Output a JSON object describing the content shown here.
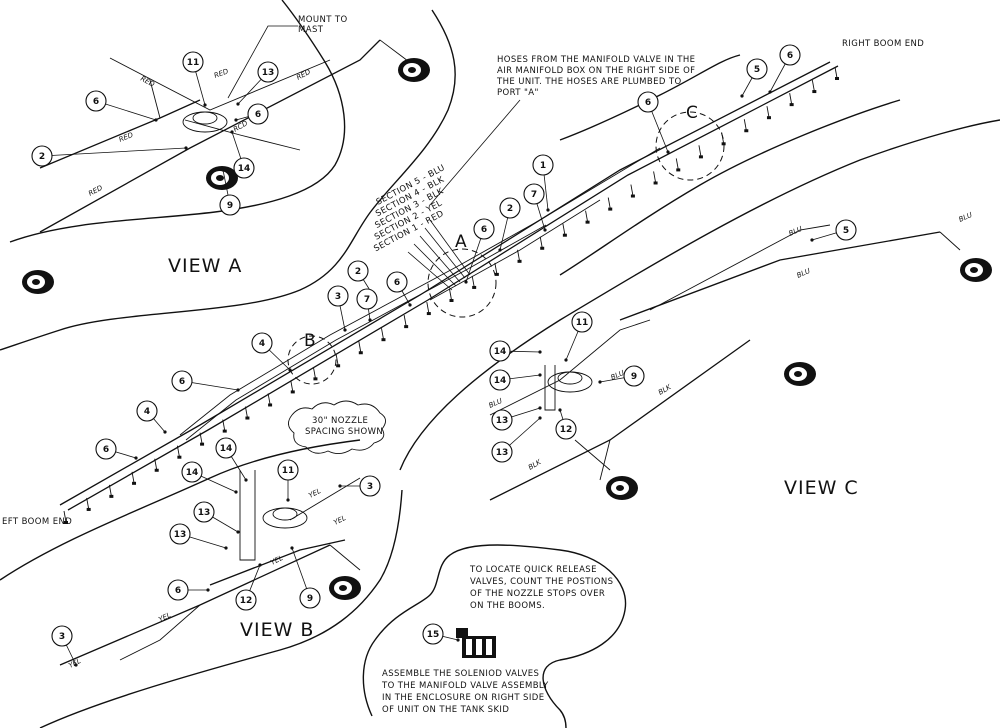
{
  "notes": {
    "mount_to_mast": [
      "MOUNT TO",
      "MAST"
    ],
    "hoses": [
      "HOSES FROM THE MANIFOLD VALVE IN THE",
      "AIR MANIFOLD BOX ON THE RIGHT SIDE OF",
      "THE UNIT. THE HOSES ARE PLUMBED TO",
      "PORT \"A\""
    ],
    "right_boom_end": "RIGHT BOOM END",
    "left_boom_end": "EFT BOOM END",
    "nozzle_spacing": [
      "30\" NOZZLE",
      "SPACING SHOWN"
    ],
    "quick_release": [
      "TO LOCATE QUICK RELEASE",
      "VALVES, COUNT THE POSTIONS",
      "OF THE NOZZLE STOPS OVER",
      "ON THE BOOMS."
    ],
    "assemble": [
      "ASSEMBLE THE SOLENIOD VALVES",
      "TO THE MANIFOLD VALVE ASSEMBLY",
      "IN THE ENCLOSURE ON RIGHT SIDE",
      "OF UNIT ON THE TANK SKID"
    ]
  },
  "views": {
    "a": "VIEW A",
    "b": "VIEW B",
    "c": "VIEW C"
  },
  "detail_letters": {
    "a": "A",
    "b": "B",
    "c": "C"
  },
  "sections": [
    "SECTION 5 - BLU",
    "SECTION 4 - BLK",
    "SECTION 3 - BLK",
    "SECTION 2 - YEL",
    "SECTION 1 - RED"
  ],
  "wire_labels": {
    "red": "RED",
    "rcd": "RCD",
    "yel": "YEL",
    "blu": "BLU",
    "blk": "BLK"
  },
  "callouts": {
    "view_a": [
      "11",
      "13",
      "6",
      "6",
      "2",
      "14",
      "9"
    ],
    "main": [
      "6",
      "5",
      "6",
      "1",
      "7",
      "2",
      "6",
      "2",
      "6",
      "3",
      "7",
      "4",
      "6",
      "4",
      "6"
    ],
    "view_c": [
      "5",
      "11",
      "14",
      "14",
      "9",
      "13",
      "12",
      "13"
    ],
    "view_b": [
      "14",
      "14",
      "11",
      "3",
      "13",
      "13",
      "6",
      "12",
      "9",
      "3"
    ],
    "enclosure": [
      "15"
    ]
  }
}
